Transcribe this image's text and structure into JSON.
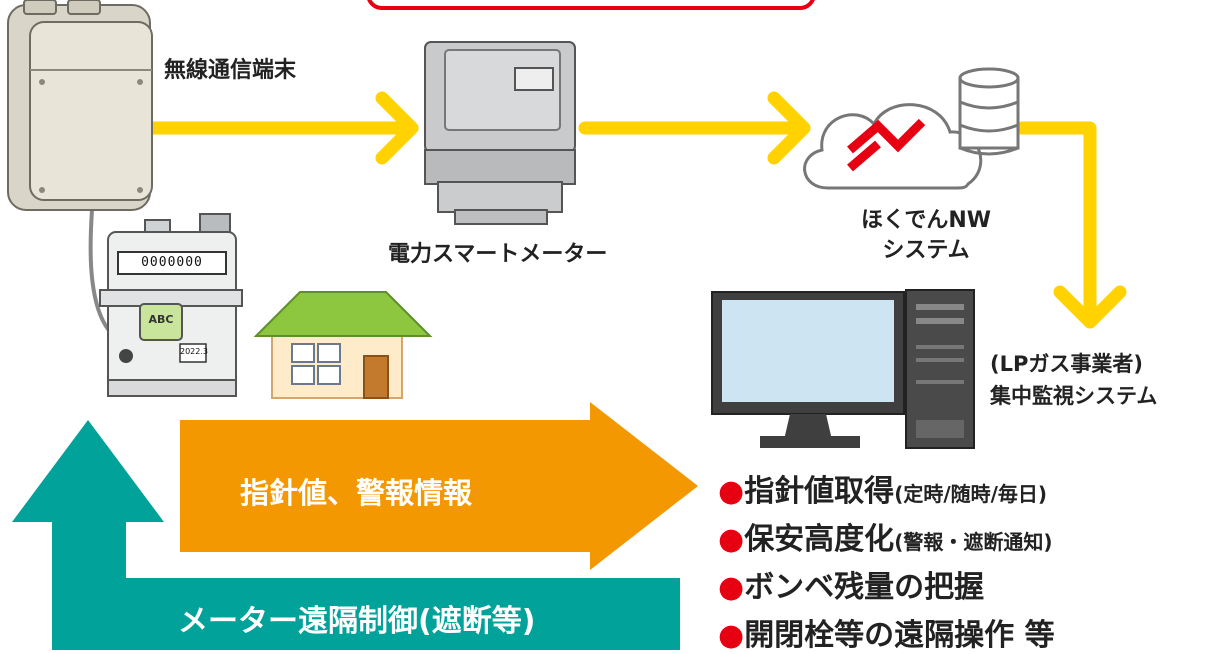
{
  "labels": {
    "wireless_terminal": "無線通信端末",
    "smart_meter": "電力スマートメーター",
    "nw_system_line1": "ほくでんNW",
    "nw_system_line2": "システム",
    "lp_line1": "(LPガス事業者)",
    "lp_line2": "集中監視システム",
    "meter_counter": "0000000",
    "meter_display": "ABC",
    "meter_year": "2022.3"
  },
  "arrows": {
    "orange_label": "指針値、警報情報",
    "teal_label": "メーター遠隔制御(遮断等)"
  },
  "features": [
    {
      "bullet": "●",
      "main": "指針値取得",
      "sub": "(定時/随時/毎日)"
    },
    {
      "bullet": "●",
      "main": "保安高度化",
      "sub": "(警報・遮断通知)"
    },
    {
      "bullet": "●",
      "main": "ボンベ残量の把握",
      "sub": ""
    },
    {
      "bullet": "●",
      "main": "開閉栓等の遠隔操作 等",
      "sub": ""
    }
  ],
  "colors": {
    "yellow_flow": "#ffd200",
    "orange_arrow": "#f39800",
    "teal_arrow": "#00a29a",
    "red_bullet": "#e60012",
    "logo_red": "#e60012"
  }
}
